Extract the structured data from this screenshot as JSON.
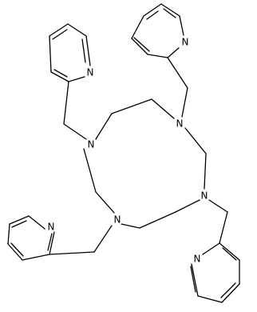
{
  "diagram": {
    "type": "chemical-structure",
    "colors": {
      "bond": "#000000",
      "label": "#000000",
      "background": "#ffffff"
    },
    "atom_labels": [
      "N",
      "N",
      "N",
      "N",
      "N",
      "N",
      "N",
      "N"
    ]
  }
}
